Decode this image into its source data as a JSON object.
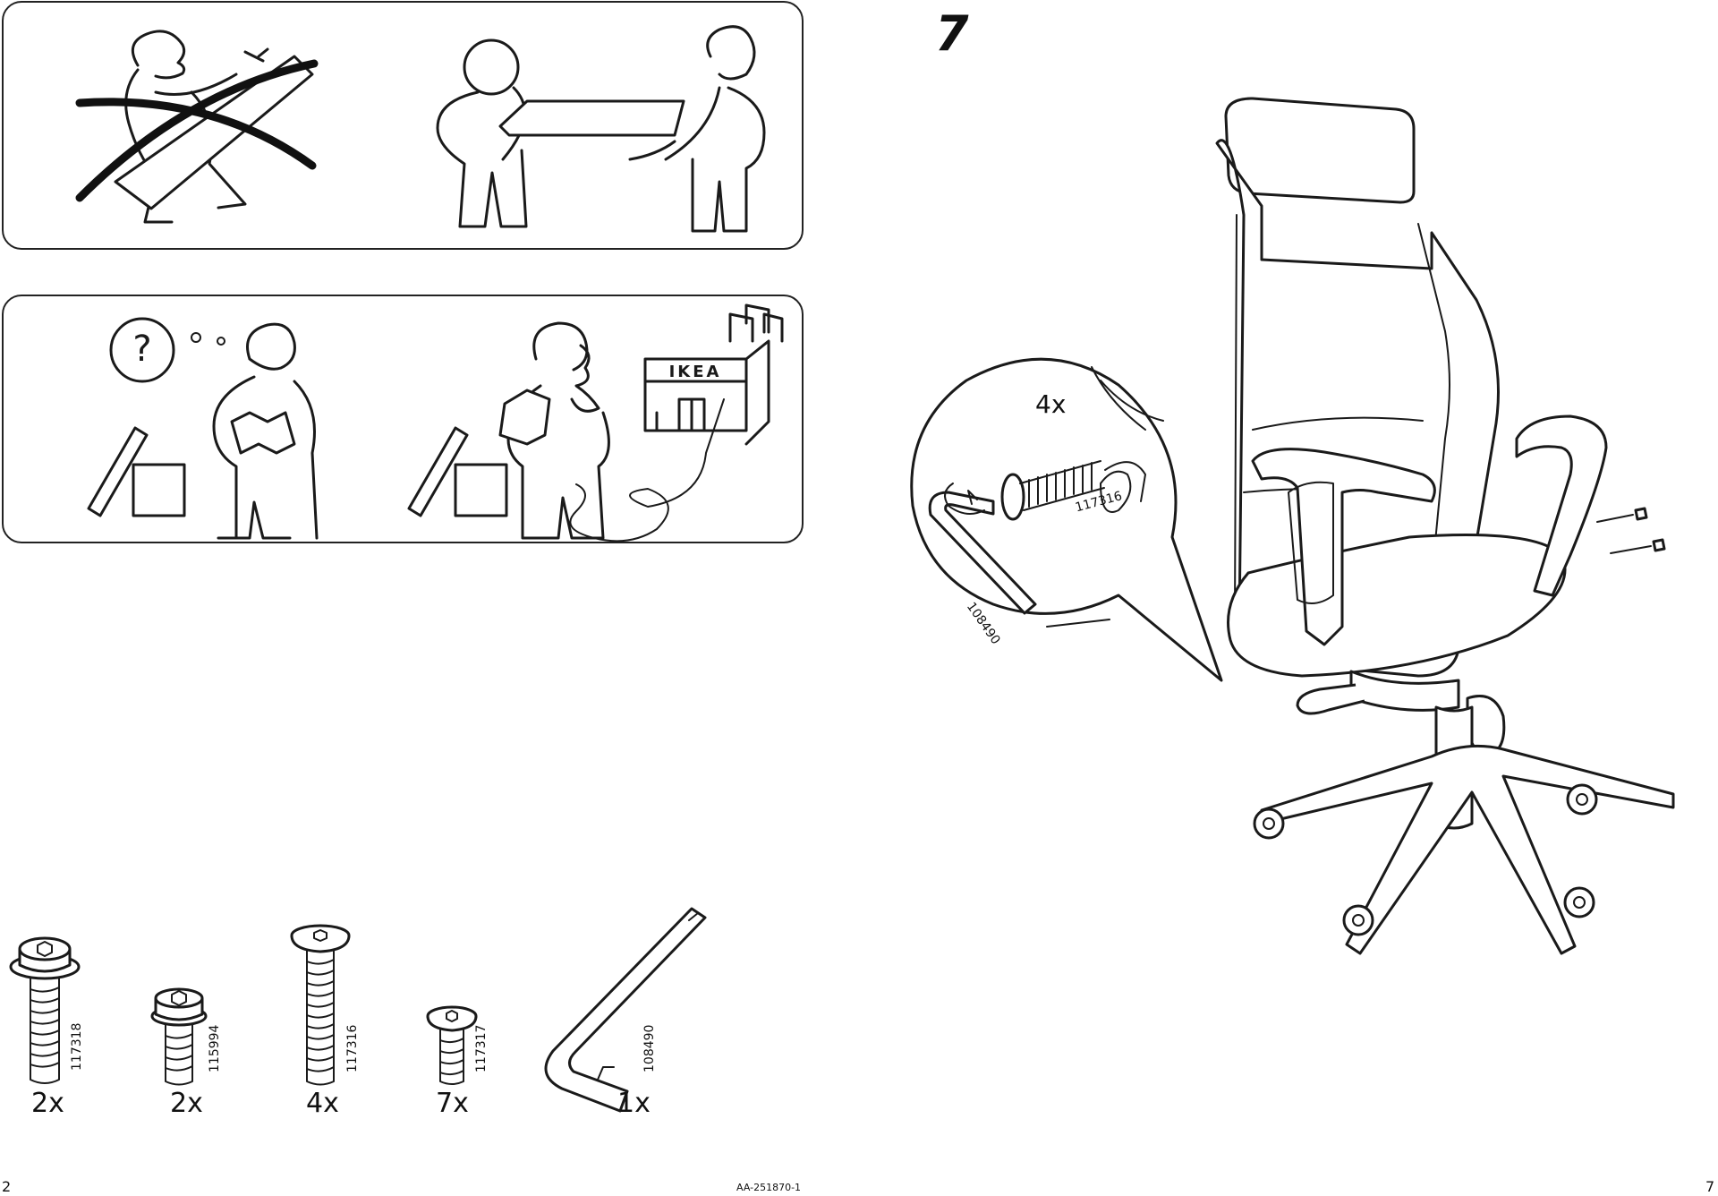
{
  "step": {
    "number": "7"
  },
  "callout": {
    "quantity": "4x",
    "bolt_code": "117316",
    "key_code": "108490"
  },
  "brand": {
    "logo_text": "IKEA"
  },
  "hardware": [
    {
      "quantity": "2x",
      "code": "117318"
    },
    {
      "quantity": "2x",
      "code": "115994"
    },
    {
      "quantity": "4x",
      "code": "117316"
    },
    {
      "quantity": "7x",
      "code": "117317"
    },
    {
      "quantity": "1x",
      "code": "108490"
    }
  ],
  "footer": {
    "page_left": "2",
    "doc_id": "AA-251870-1",
    "page_right": "7"
  },
  "colors": {
    "ink": "#1a1a1a",
    "paper": "#ffffff"
  }
}
